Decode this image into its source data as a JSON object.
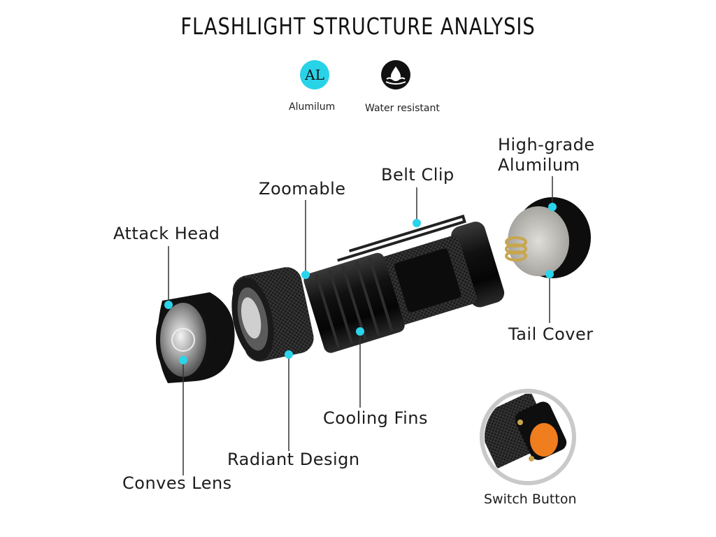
{
  "title": "FLASHLIGHT STRUCTURE ANALYSIS",
  "badges": {
    "material": {
      "symbol": "AL",
      "caption": "Alumilum",
      "color": "#29d3e7"
    },
    "water": {
      "caption": "Water resistant",
      "icon": "water-drop-icon"
    }
  },
  "labels": {
    "attack_head": "Attack Head",
    "zoomable": "Zoomable",
    "belt_clip": "Belt Clip",
    "high_grade_1": "High-grade",
    "high_grade_2": "Alumilum",
    "tail_cover": "Tail Cover",
    "cooling_fins": "Cooling Fins",
    "radiant_design": "Radiant Design",
    "conves_lens": "Conves Lens",
    "switch_button": "Switch Button"
  },
  "colors": {
    "accent": "#2ad4ea",
    "body": "#111111",
    "switch": "#f07d1e"
  }
}
